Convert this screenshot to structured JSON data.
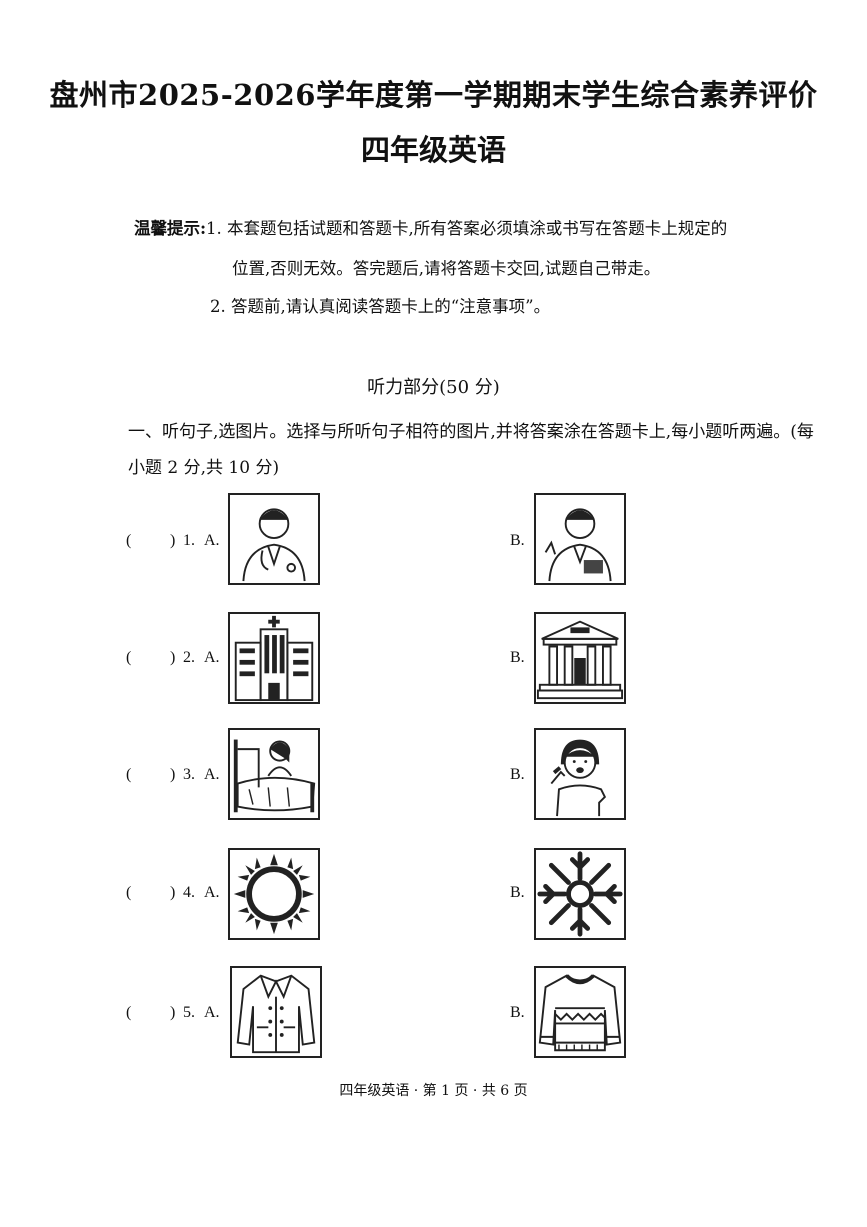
{
  "header": {
    "title": "盘州市2025-2026学年度第一学期期末学生综合素养评价",
    "subtitle": "四年级英语"
  },
  "notice": {
    "label": "温馨提示:",
    "item1_line1": "1. 本套题包括试题和答题卡,所有答案必须填涂或书写在答题卡上规定的",
    "item1_line2": "位置,否则无效。答完题后,请将答题卡交回,试题自己带走。",
    "item2": "2. 答题前,请认真阅读答题卡上的“注意事项”。"
  },
  "section": {
    "title": "听力部分(50 分)",
    "instruction": "一、听句子,选图片。选择与所听句子相符的图片,并将答案涂在答题卡上,每小题听两遍。(每小题 2 分,共 10 分)"
  },
  "questions": [
    {
      "paren": "(",
      "paren_close": ")",
      "num": "1.",
      "a": "A.",
      "b": "B.",
      "a_icon": "doctor-icon",
      "b_icon": "teacher-icon"
    },
    {
      "paren": "(",
      "paren_close": ")",
      "num": "2.",
      "a": "A.",
      "b": "B.",
      "a_icon": "hospital-icon",
      "b_icon": "museum-icon"
    },
    {
      "paren": "(",
      "paren_close": ")",
      "num": "3.",
      "a": "A.",
      "b": "B.",
      "a_icon": "girl-in-bed-icon",
      "b_icon": "girl-brushing-teeth-icon"
    },
    {
      "paren": "(",
      "paren_close": ")",
      "num": "4.",
      "a": "A.",
      "b": "B.",
      "a_icon": "sun-icon",
      "b_icon": "snowflake-icon"
    },
    {
      "paren": "(",
      "paren_close": ")",
      "num": "5.",
      "a": "A.",
      "b": "B.",
      "a_icon": "coat-icon",
      "b_icon": "sweater-icon"
    }
  ],
  "footer": {
    "text": "四年级英语 · 第 1 页 · 共 6 页"
  }
}
